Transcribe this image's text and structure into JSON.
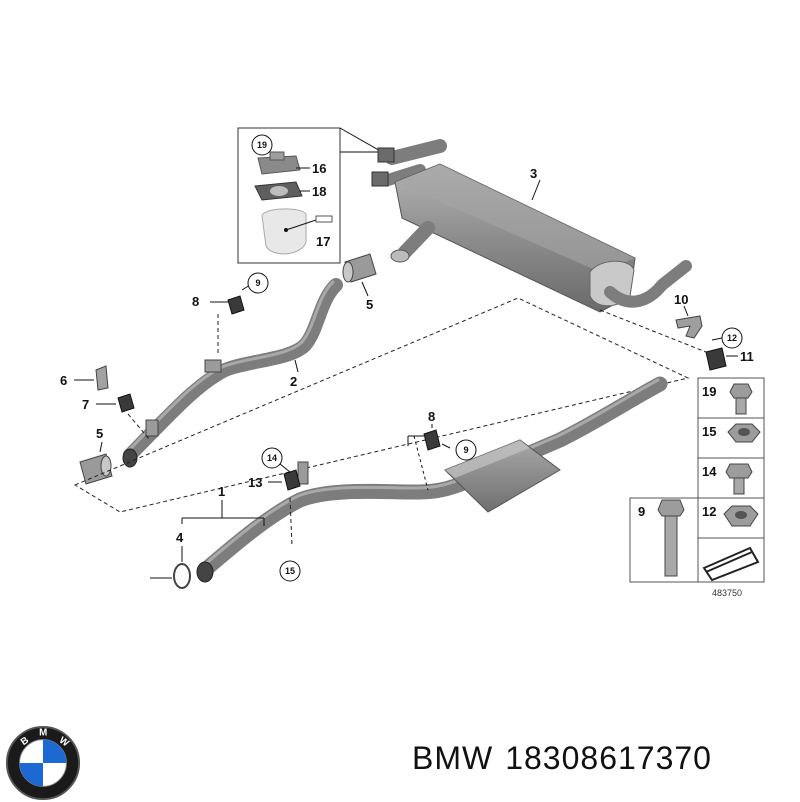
{
  "diagram": {
    "callouts": {
      "c1": "1",
      "c2": "2",
      "c3": "3",
      "c4": "4",
      "c5a": "5",
      "c5b": "5",
      "c6": "6",
      "c7": "7",
      "c8a": "8",
      "c8b": "8",
      "c9a": "9",
      "c9b": "9",
      "c10": "10",
      "c11": "11",
      "c12": "12",
      "c13": "13",
      "c14": "14",
      "c15": "15",
      "c16": "16",
      "c17": "17",
      "c18": "18",
      "c19": "19"
    },
    "hardware_table": {
      "r1": "19",
      "r2": "15",
      "r3": "14",
      "r4a": "9",
      "r4b": "12"
    },
    "reference_number": "483750"
  },
  "footer": {
    "brand": "BMW",
    "part_number": "18308617370"
  },
  "colors": {
    "pipe": "#7d7d7d",
    "line": "#111111",
    "logo_blue": "#1c69d4"
  }
}
